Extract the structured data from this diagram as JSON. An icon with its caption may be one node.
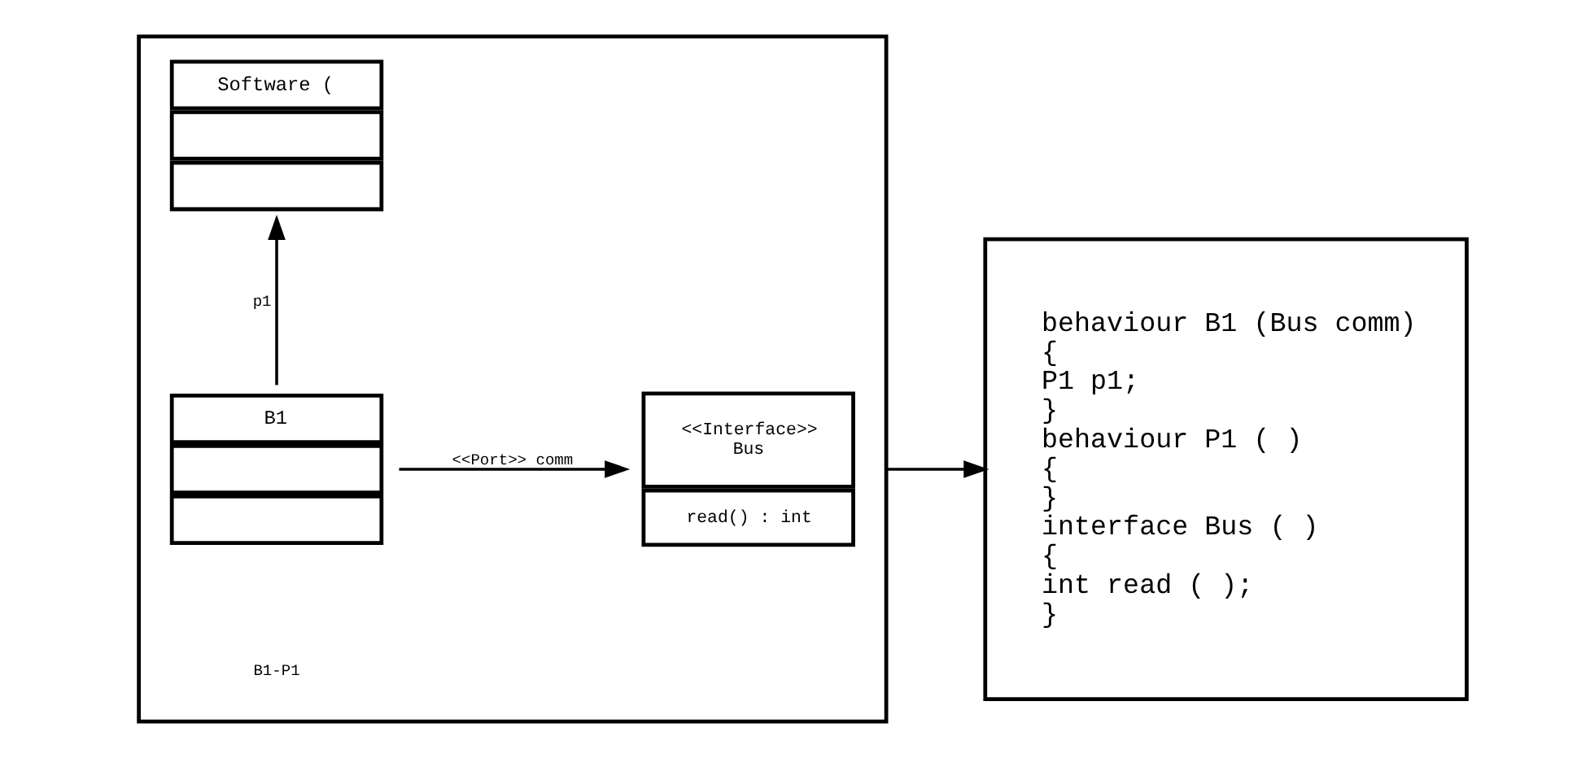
{
  "diagram": {
    "nodes": [
      {
        "text": [],
        "shape": "box"
      },
      {
        "text": [
          "B1"
        ],
        "in": 0
      },
      {
        "text": [
          "<<Interface>>",
          "Bus",
          "read() : int"
        ],
        "in": 0
      },
      {
        "text": [
          "Software ("
        ],
        "in": 0
      },
      {
        "text": [
          "behaviour B1 (Bus comm)",
          "{",
          "P1 p1;",
          "}",
          "behaviour P1 ( )",
          "{",
          "}",
          "interface Bus ( )",
          "{",
          "int read ( );",
          "}"
        ]
      }
    ],
    "edges": [
      {
        "from": 1,
        "to": 2,
        "arrow": "to",
        "label": "<<Port>> comm"
      },
      {
        "from": 1,
        "to": 3,
        "arrow": "to",
        "label": "p1"
      },
      {
        "from": 0,
        "to": 4,
        "arrow": "to"
      }
    ],
    "labels": [
      "B1-P1"
    ]
  }
}
